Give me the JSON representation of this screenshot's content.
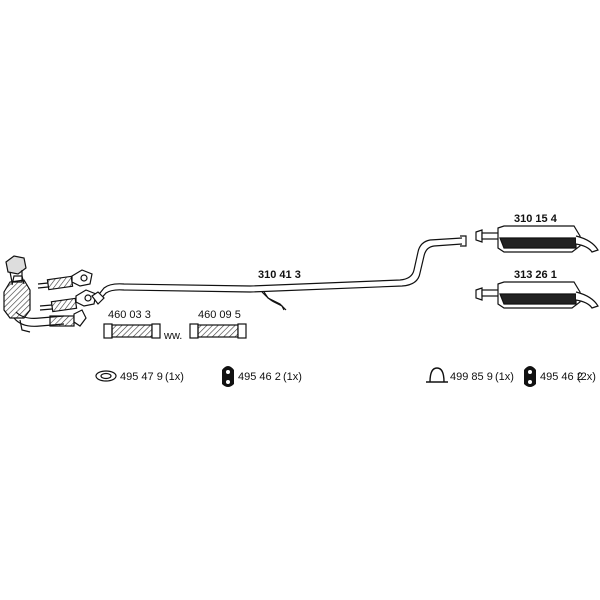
{
  "parts": {
    "middle_pipe": {
      "number": "310 41 3"
    },
    "rear_muffler_a": {
      "number": "310 15 4"
    },
    "rear_muffler_b": {
      "number": "313 26 1"
    },
    "flex_pipe_a": {
      "number": "460 03 3"
    },
    "flex_pipe_b": {
      "number": "460 09 5"
    },
    "alt_marker": "ww."
  },
  "accessories": [
    {
      "number": "495 47 9",
      "qty": "(1x)",
      "icon": "gasket-ring-icon"
    },
    {
      "number": "495 46 2",
      "qty": "(1x)",
      "icon": "rubber-hanger-icon"
    },
    {
      "number": "499 85 9",
      "qty": "(1x)",
      "icon": "clamp-icon"
    },
    {
      "number": "495 46 2",
      "qty": "(2x)",
      "icon": "rubber-hanger-icon"
    }
  ],
  "colors": {
    "line": "#111111",
    "fill_dark": "#222222",
    "fill_light": "#ffffff",
    "hatch": "#555555"
  }
}
